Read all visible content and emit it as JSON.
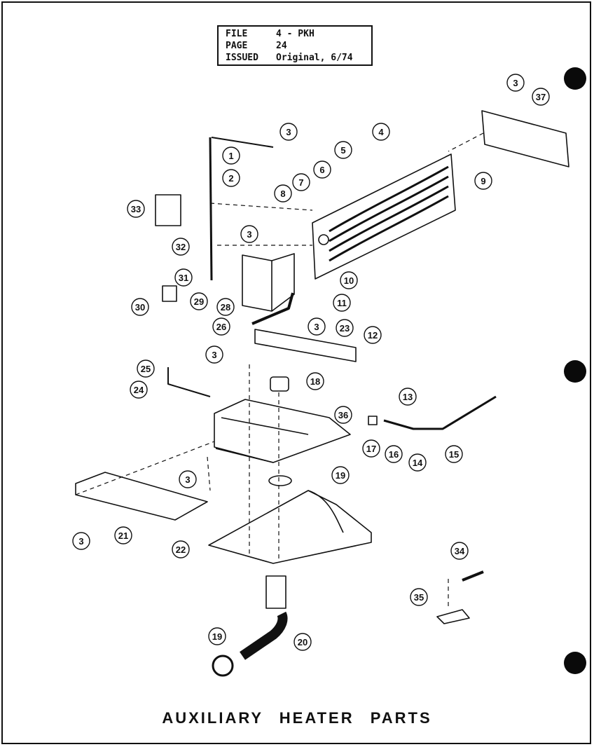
{
  "info_box": {
    "file_label": "FILE",
    "file_value": "4 - PKH",
    "page_label": "PAGE",
    "page_value": "24",
    "issued_label": "ISSUED",
    "issued_value": "Original, 6/74"
  },
  "title": "AUXILIARY HEATER PARTS",
  "callouts": [
    "3",
    "37",
    "3",
    "4",
    "5",
    "6",
    "7",
    "8",
    "9",
    "1",
    "2",
    "33",
    "3",
    "32",
    "31",
    "29",
    "30",
    "28",
    "10",
    "11",
    "3",
    "26",
    "23",
    "12",
    "3",
    "25",
    "24",
    "18",
    "36",
    "13",
    "17",
    "16",
    "14",
    "15",
    "3",
    "19",
    "21",
    "3",
    "22",
    "34",
    "35",
    "19",
    "20"
  ]
}
